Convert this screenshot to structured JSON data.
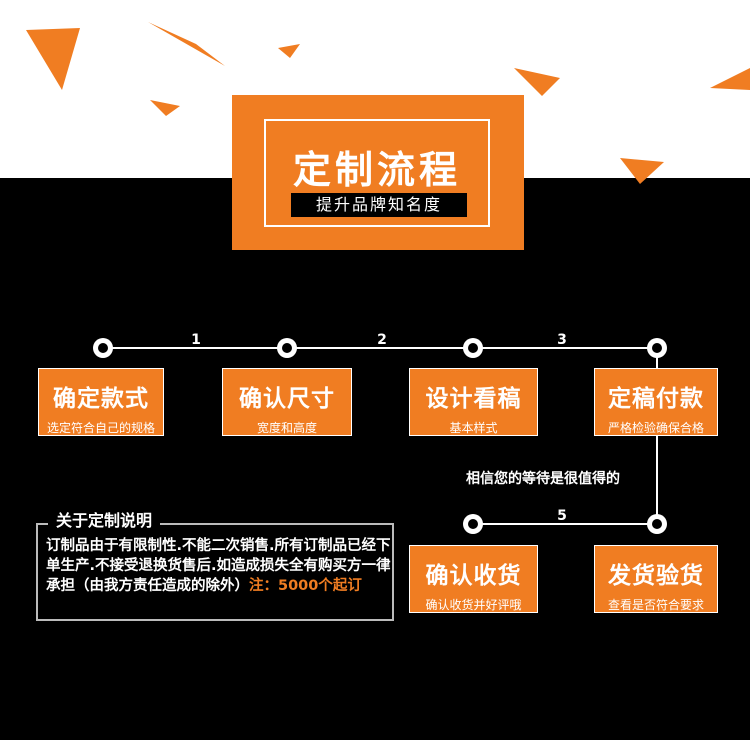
{
  "header": {
    "title": "定制流程",
    "subtitle": "提升品牌知名度"
  },
  "flow": {
    "numbers": [
      "1",
      "2",
      "3",
      "5"
    ],
    "steps": [
      {
        "title": "确定款式",
        "desc": "选定符合自己的规格"
      },
      {
        "title": "确认尺寸",
        "desc": "宽度和高度"
      },
      {
        "title": "设计看稿",
        "desc": "基本样式"
      },
      {
        "title": "定稿付款",
        "desc": "严格检验确保合格"
      },
      {
        "title": "发货验货",
        "desc": "查看是否符合要求"
      },
      {
        "title": "确认收货",
        "desc": "确认收货并好评哦"
      }
    ],
    "wait_text": "相信您的等待是很值得的"
  },
  "note": {
    "title": "关于定制说明",
    "body": "订制品由于有限制性.不能二次销售.所有订制品已经下单生产.不接受退换货售后.如造成损失全有购买方一律承担（由我方责任造成的除外）",
    "highlight": "注：5000个起订"
  },
  "colors": {
    "accent": "#f07d22",
    "background": "#000000",
    "top_band": "#ffffff"
  }
}
